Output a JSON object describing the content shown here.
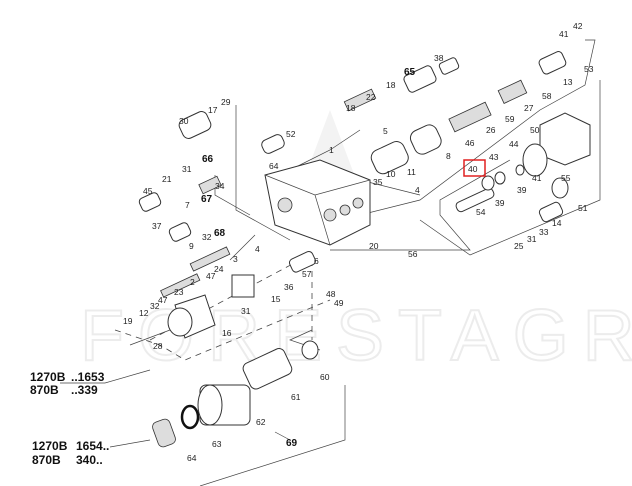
{
  "watermark": "FORESTAGRI",
  "highlight_color": "#e02020",
  "highlighted_part": "40",
  "variants": {
    "upper": {
      "line1_model": "1270B",
      "line1_serial": "..1653",
      "line2_model": "870B",
      "line2_serial": "..339"
    },
    "lower": {
      "line1_model": "1270B",
      "line1_serial": "1654..",
      "line2_model": "870B",
      "line2_serial": "340.."
    }
  },
  "labels": [
    "65",
    "18",
    "22",
    "18",
    "5",
    "52",
    "1",
    "29",
    "17",
    "30",
    "64",
    "11",
    "10",
    "35",
    "4",
    "66",
    "31",
    "34",
    "21",
    "67",
    "45",
    "7",
    "37",
    "68",
    "32",
    "9",
    "4",
    "20",
    "42",
    "41",
    "38",
    "13",
    "53",
    "58",
    "27",
    "59",
    "26",
    "46",
    "8",
    "50",
    "44",
    "43",
    "40",
    "41",
    "39",
    "39",
    "54",
    "55",
    "51",
    "14",
    "33",
    "31",
    "25",
    "56",
    "3",
    "6",
    "24",
    "47",
    "57",
    "2",
    "23",
    "36",
    "15",
    "48",
    "47",
    "32",
    "12",
    "31",
    "49",
    "19",
    "16",
    "28",
    "60",
    "61",
    "62",
    "63",
    "69",
    "64"
  ]
}
